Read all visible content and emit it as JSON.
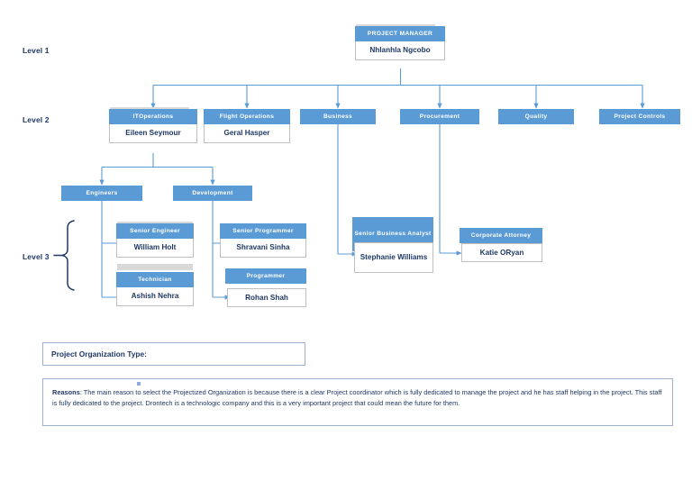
{
  "levels": [
    {
      "label": "Level 1"
    },
    {
      "label": "Level 2"
    },
    {
      "label": "Level 3"
    }
  ],
  "colors": {
    "header_blue": "#5B9BD5",
    "text_navy": "#1F3864",
    "connector_blue": "#5B9BD5",
    "brace_navy": "#1F3864",
    "box_border": "#BFBFBF",
    "form_border": "#9DB2CE"
  },
  "nodes": {
    "project_manager": {
      "title": "PROJECT MANAGER",
      "name": "Nhlanhla Ngcobo"
    },
    "it_operations": {
      "title": "ITOperations",
      "name": "Eileen Seymour"
    },
    "flight_operations": {
      "title": "Flight Operations",
      "name": "Geral Hasper"
    },
    "business": {
      "title": "Business",
      "name": ""
    },
    "procurement": {
      "title": "Procurement",
      "name": ""
    },
    "quality": {
      "title": "Quality",
      "name": ""
    },
    "project_controls": {
      "title": "Project Controls",
      "name": ""
    },
    "engineers": {
      "title": "Engineers",
      "name": ""
    },
    "development": {
      "title": "Development",
      "name": ""
    },
    "senior_engineer": {
      "title": "Senior Engineer",
      "name": "William Holt"
    },
    "technician": {
      "title": "Technician",
      "name": "Ashish Nehra"
    },
    "senior_programmer": {
      "title": "Senior Programmer",
      "name": "Shravani Sinha"
    },
    "programmer": {
      "title": "Programmer",
      "name": "Rohan Shah"
    },
    "senior_business_analyst": {
      "title": "Senior Business Analyst",
      "name": "Stephanie Williams"
    },
    "corporate_attorney": {
      "title": "Corporate Attorney",
      "name": "Katie ORyan"
    }
  },
  "form": {
    "org_type_label": "Project Organization Type:",
    "org_type_value": "",
    "reasons_label": "Reasons",
    "reasons_text": ": The main reason to select the Projectized Organization is because there is a clear Project coordinator which is fully dedicated to manage the project and he has staff helping in the project. This staff is fully dedicated to the project. Drontech is a technologic company and this is a very important project that could mean the future for them."
  }
}
